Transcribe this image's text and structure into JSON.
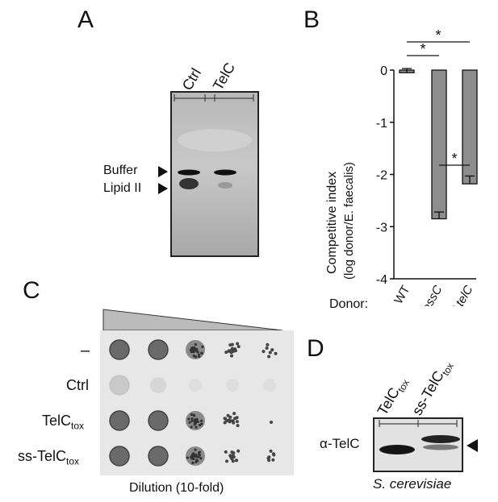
{
  "panels": {
    "a": {
      "letter": "A",
      "lanes": [
        "Ctrl",
        "TelC"
      ],
      "bands": [
        "Buffer",
        "Lipid II"
      ]
    },
    "b": {
      "letter": "B",
      "donor_label": "Donor:",
      "chart_data": {
        "type": "bar",
        "categories": [
          "WT",
          "ΔessC",
          "ΔtelC"
        ],
        "values": [
          -0.05,
          -2.85,
          -2.18
        ],
        "errors": [
          0.08,
          0.13,
          0.15
        ],
        "ylabel_line1": "Competitive index",
        "ylabel_line2": "(log donor/E. faecalis)",
        "ylim": [
          -4,
          0
        ],
        "yticks": [
          "0",
          "-1",
          "-2",
          "-3",
          "-4"
        ],
        "significance": [
          "*",
          "*",
          "*"
        ]
      }
    },
    "c": {
      "letter": "C",
      "rows": [
        {
          "label": "–",
          "sub": ""
        },
        {
          "label": "Ctrl",
          "sub": ""
        },
        {
          "label": "TelC",
          "sub": "tox"
        },
        {
          "label": "ss-TelC",
          "sub": "tox"
        }
      ],
      "xlabel": "Dilution (10-fold)"
    },
    "d": {
      "letter": "D",
      "lanes": [
        {
          "label": "TelC",
          "sub": "tox"
        },
        {
          "label": "ss-TelC",
          "sub": "tox"
        }
      ],
      "blot_label": "α-TelC",
      "organism": "S. cerevisiae"
    }
  }
}
